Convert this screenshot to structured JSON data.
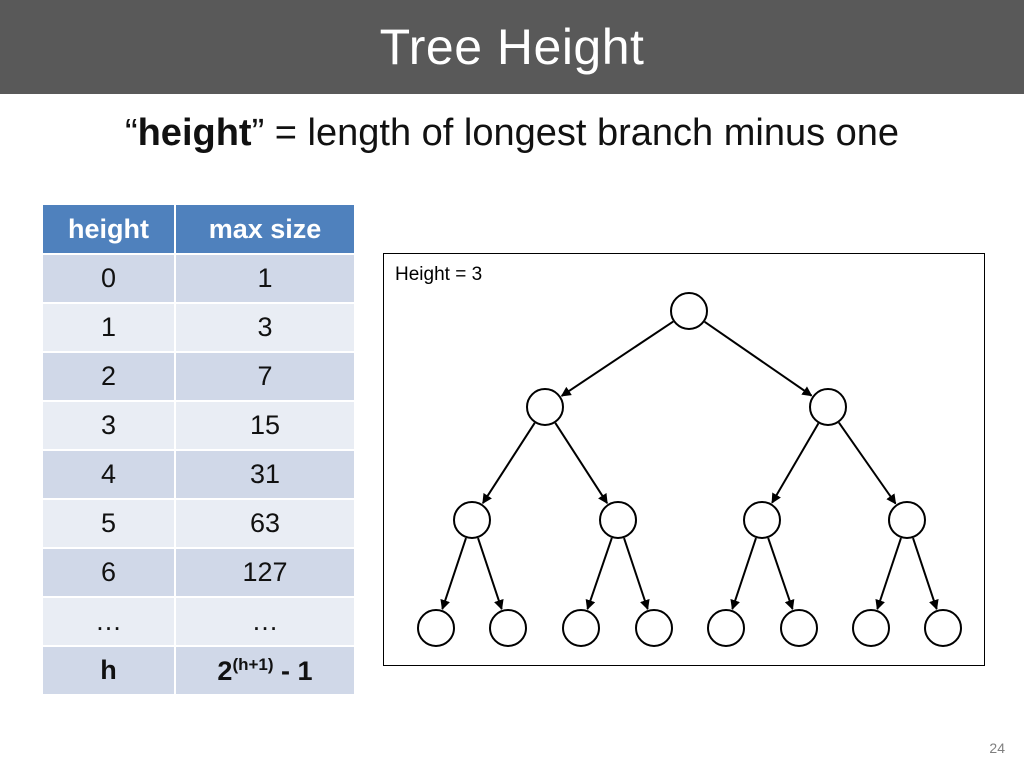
{
  "slide": {
    "title": "Tree Height",
    "subtitle_open_quote": "“",
    "subtitle_term": "height",
    "subtitle_rest": "” = length of longest branch minus one",
    "page_number": "24"
  },
  "table": {
    "headers": [
      "height",
      "max size"
    ],
    "rows": [
      [
        "0",
        "1"
      ],
      [
        "1",
        "3"
      ],
      [
        "2",
        "7"
      ],
      [
        "3",
        "15"
      ],
      [
        "4",
        "31"
      ],
      [
        "5",
        "63"
      ],
      [
        "6",
        "127"
      ],
      [
        "…",
        "…"
      ]
    ],
    "formula_row": {
      "height": "h",
      "base": "2",
      "exponent": "(h+1)",
      "tail": " - 1"
    }
  },
  "diagram": {
    "label": "Height = 3",
    "tree_height": 3,
    "node_count": 15
  },
  "colors": {
    "title_bar": "#595959",
    "table_header": "#4f81bd",
    "table_row_dark": "#d0d8e8",
    "table_row_light": "#e9edf4"
  }
}
